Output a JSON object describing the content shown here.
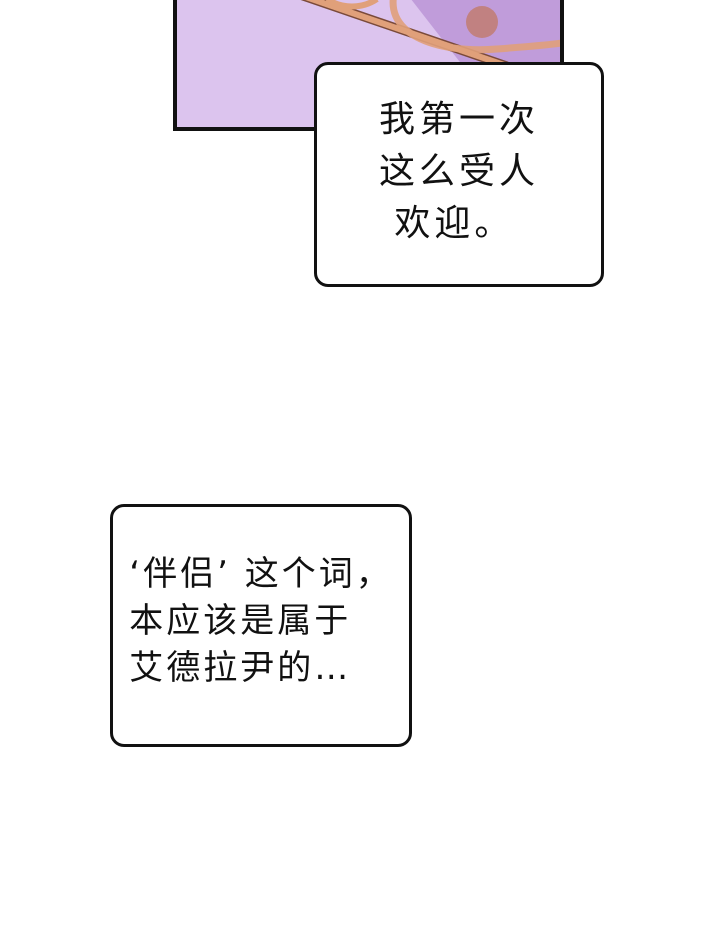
{
  "panel": {
    "background": "#dcc4ee",
    "accent": "#e0a07a",
    "shade": "#b48cd2"
  },
  "bubbles": [
    {
      "lines": [
        "我第一次",
        "这么受人",
        " 欢迎。"
      ]
    },
    {
      "lines": [
        "‘伴侣’ 这个词，",
        "本应该是属于",
        "艾德拉尹的…"
      ]
    }
  ]
}
